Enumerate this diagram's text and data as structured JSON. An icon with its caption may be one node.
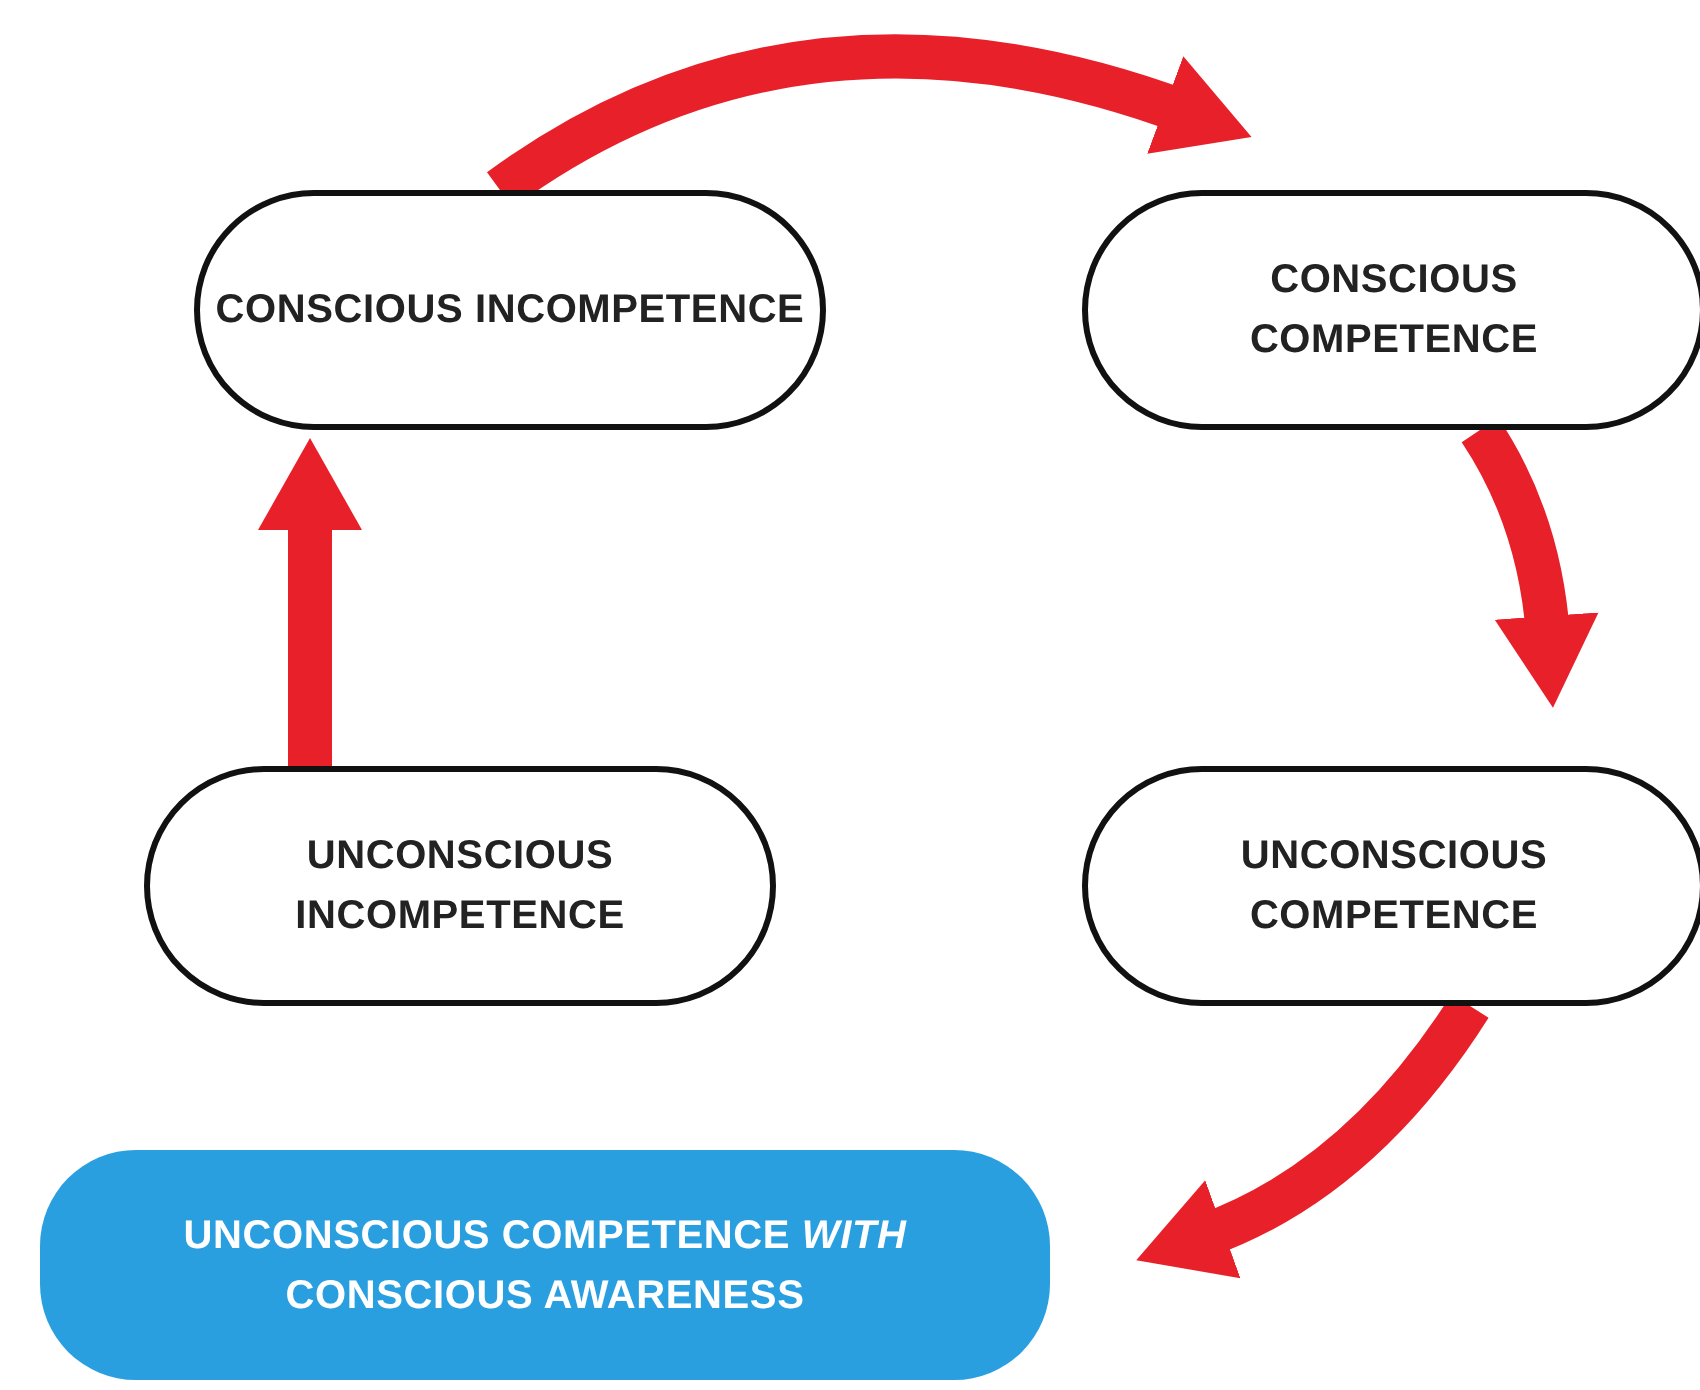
{
  "diagram": {
    "nodes": [
      {
        "text": [
          "CONSCIOUS INCOMPETENCE"
        ]
      },
      {
        "text": [
          "CONSCIOUS COMPETENCE"
        ]
      },
      {
        "text": [
          "UNCONSCIOUS INCOMPETENCE"
        ]
      },
      {
        "text": [
          "UNCONSCIOUS COMPETENCE"
        ]
      },
      {
        "text": [
          "UNCONSCIOUS COMPETENCE *WITH* CONSCIOUS AWARENESS"
        ]
      }
    ],
    "edges": [
      {
        "from": 2,
        "to": 0,
        "arrow": "to"
      },
      {
        "from": 0,
        "to": 1,
        "arrow": "to"
      },
      {
        "from": 1,
        "to": 3,
        "arrow": "to"
      },
      {
        "from": 3,
        "to": 4,
        "arrow": "to"
      }
    ]
  }
}
